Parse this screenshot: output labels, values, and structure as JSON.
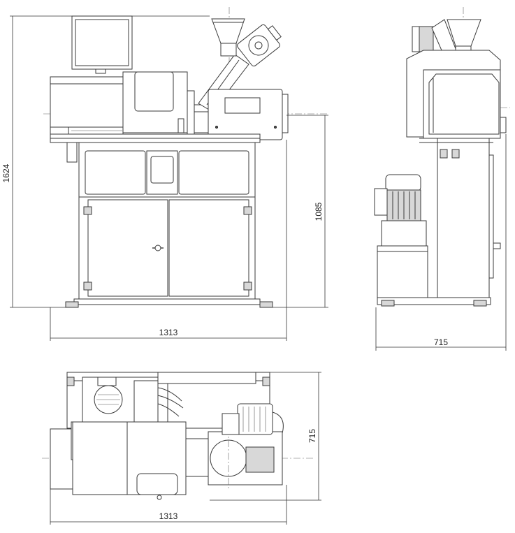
{
  "dimensions": {
    "front_height": "1624",
    "front_table_height": "1085",
    "front_width": "1313",
    "side_depth": "715",
    "top_depth": "715",
    "top_width": "1313"
  }
}
